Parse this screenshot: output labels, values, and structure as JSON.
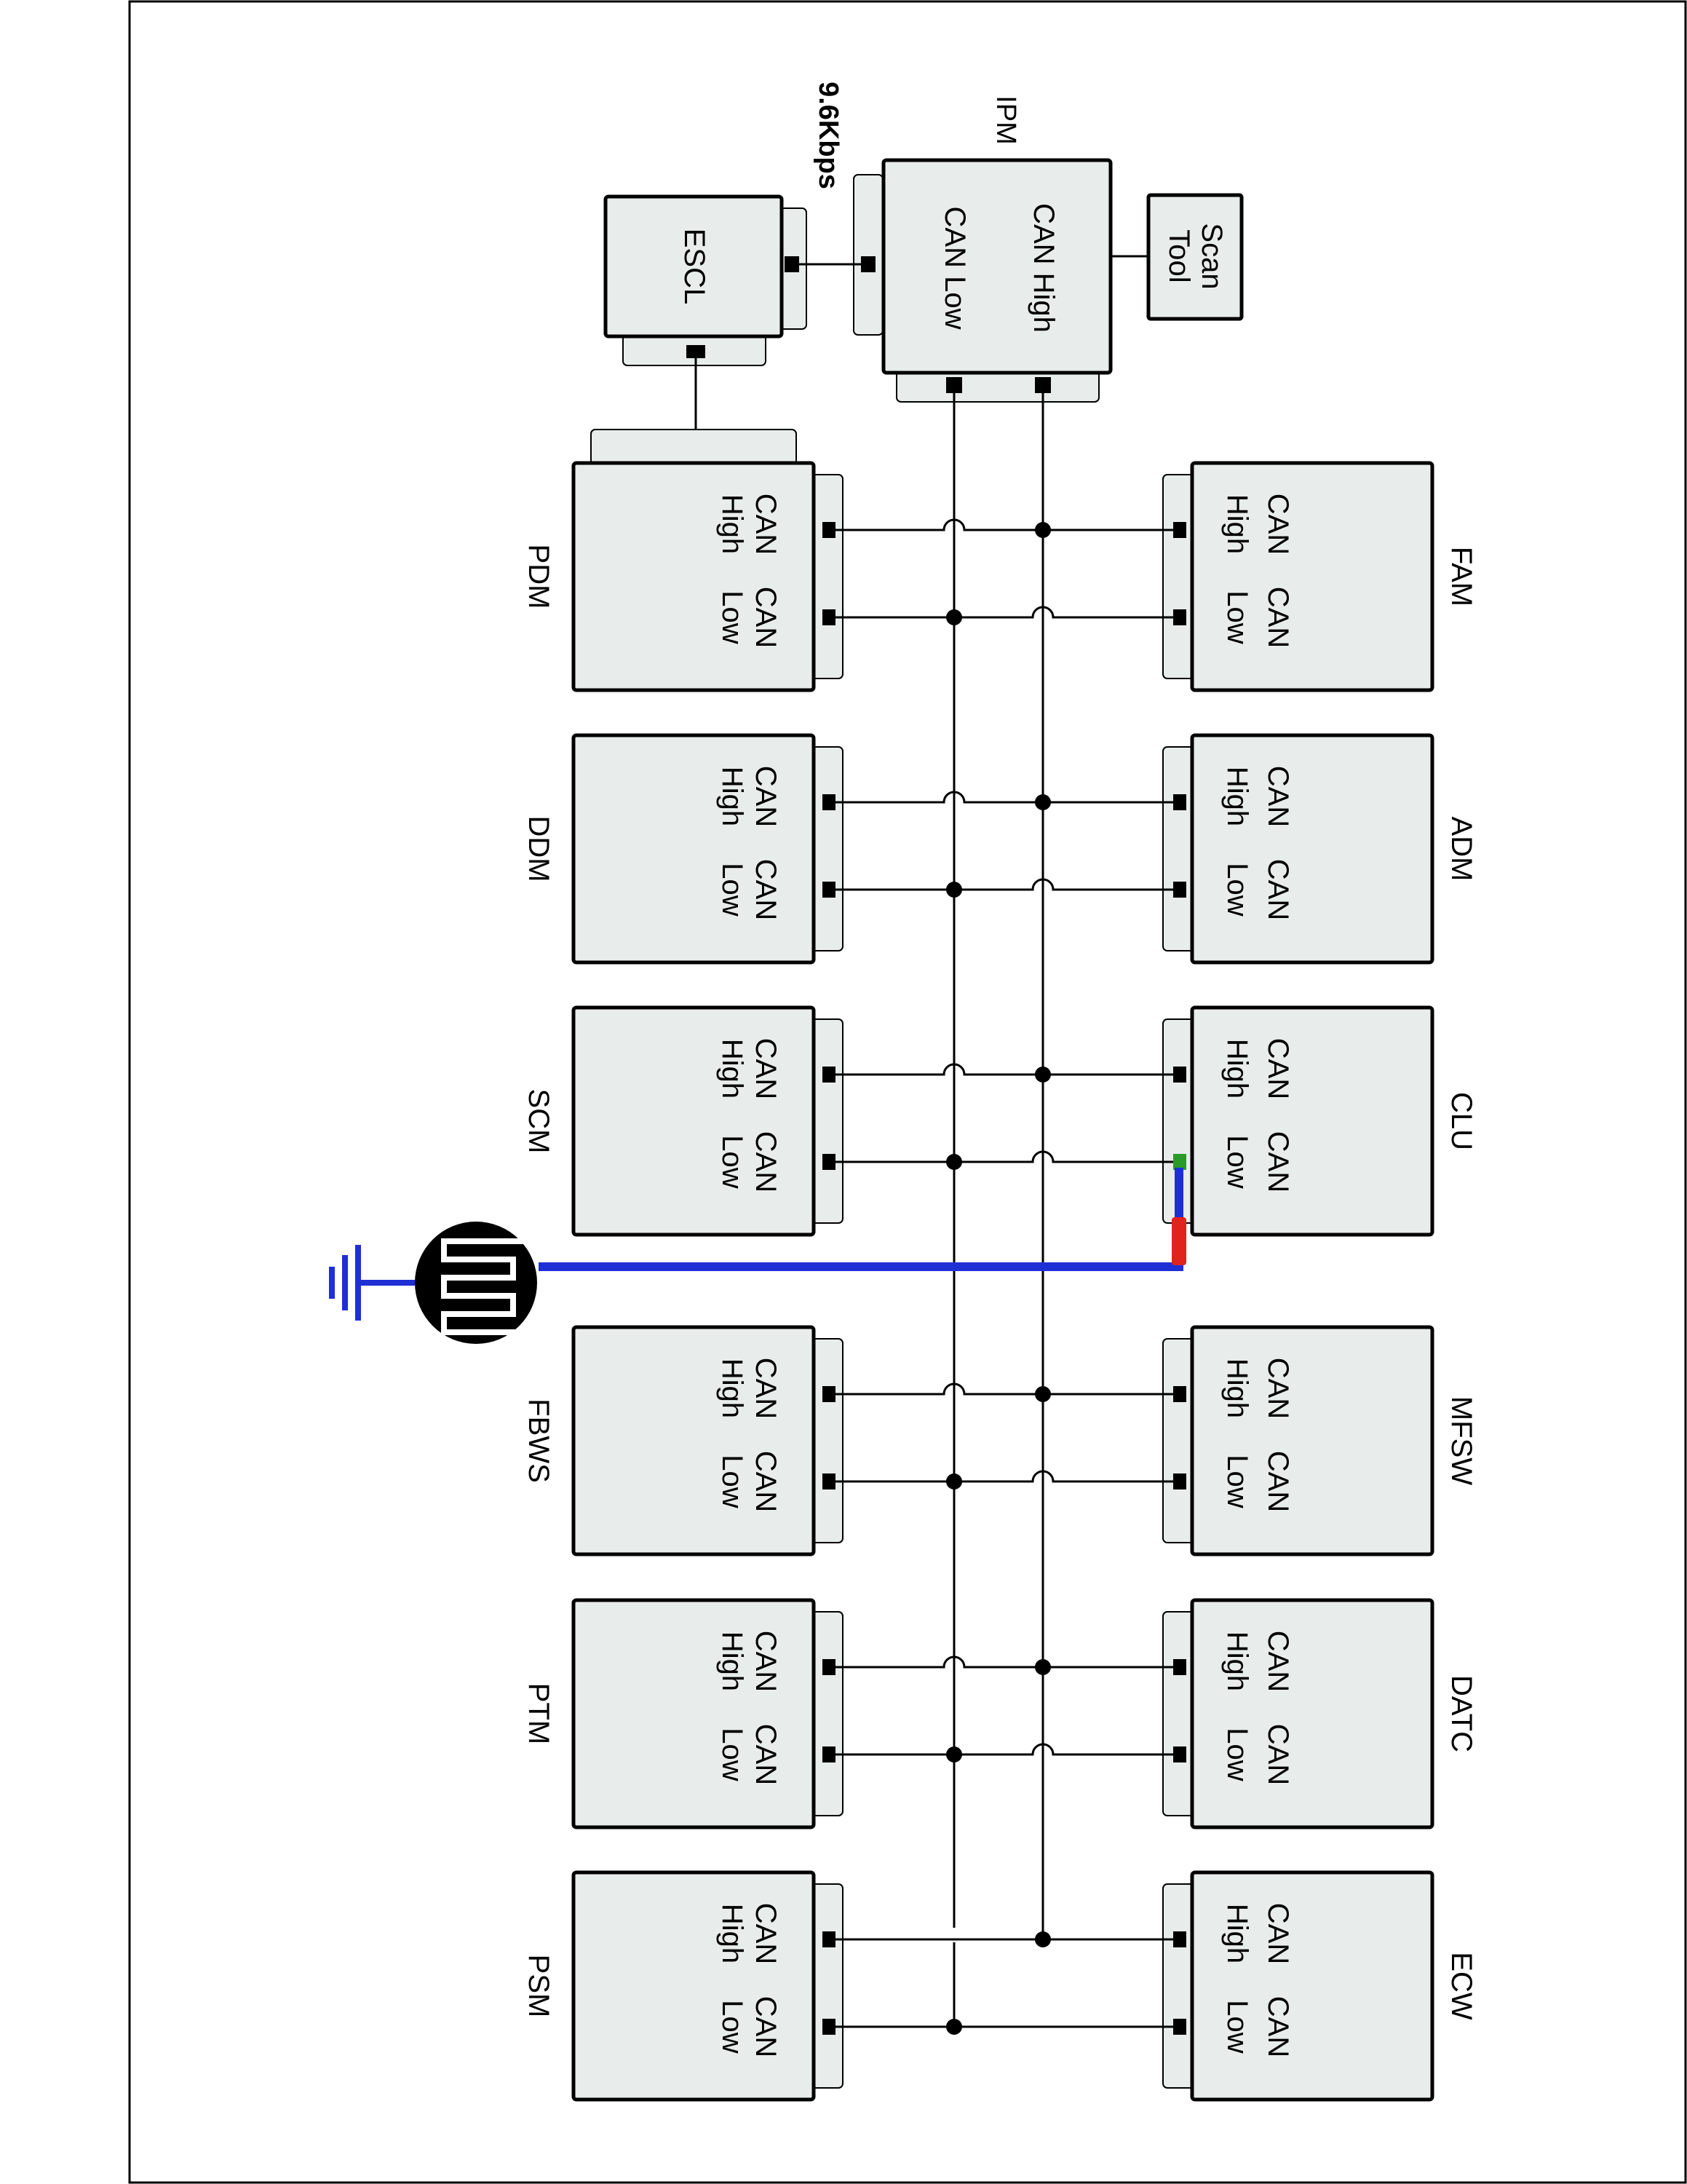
{
  "colors": {
    "module_fill": "#e8edec",
    "stroke": "#000000",
    "ground_wire": "#1f2fd6",
    "fault_marker": "#e0231c",
    "highlight_text": "#1e8a1e",
    "highlight_pin": "#2a9a2a"
  },
  "ipm": {
    "name": "IPM",
    "can_high": "CAN High",
    "can_low": "CAN Low"
  },
  "scan_tool": {
    "line1": "Scan",
    "line2": "Tool"
  },
  "escl": {
    "name": "ESCL"
  },
  "baud_label": "9.6Kbps",
  "left_modules": [
    {
      "name": "PDM",
      "w1": "CAN",
      "w2": "High",
      "w3": "CAN",
      "w4": "Low"
    },
    {
      "name": "DDM",
      "w1": "CAN",
      "w2": "High",
      "w3": "CAN",
      "w4": "Low"
    },
    {
      "name": "SCM",
      "w1": "CAN",
      "w2": "High",
      "w3": "CAN",
      "w4": "Low"
    },
    {
      "name": "FBWS",
      "w1": "CAN",
      "w2": "High",
      "w3": "CAN",
      "w4": "Low"
    },
    {
      "name": "PTM",
      "w1": "CAN",
      "w2": "High",
      "w3": "CAN",
      "w4": "Low"
    },
    {
      "name": "PSM",
      "w1": "CAN",
      "w2": "High",
      "w3": "CAN",
      "w4": "Low"
    }
  ],
  "right_modules": [
    {
      "name": "FAM",
      "w1": "CAN",
      "w2": "High",
      "w3": "CAN",
      "w4": "Low"
    },
    {
      "name": "ADM",
      "w1": "CAN",
      "w2": "High",
      "w3": "CAN",
      "w4": "Low"
    },
    {
      "name": "CLU",
      "w1": "CAN",
      "w2": "High",
      "w3": "CAN",
      "w4": "Low",
      "fault_on_can_low": true
    },
    {
      "name": "MFSW",
      "w1": "CAN",
      "w2": "High",
      "w3": "CAN",
      "w4": "Low"
    },
    {
      "name": "DATC",
      "w1": "CAN",
      "w2": "High",
      "w3": "CAN",
      "w4": "Low"
    },
    {
      "name": "ECW",
      "w1": "CAN",
      "w2": "High",
      "w3": "CAN",
      "w4": "Low"
    }
  ],
  "fault": {
    "type": "CAN Low short to ground",
    "module": "CLU"
  },
  "symbols": [
    "resistor-icon",
    "ground-icon",
    "splice-dot-icon",
    "wire-hop-icon"
  ]
}
